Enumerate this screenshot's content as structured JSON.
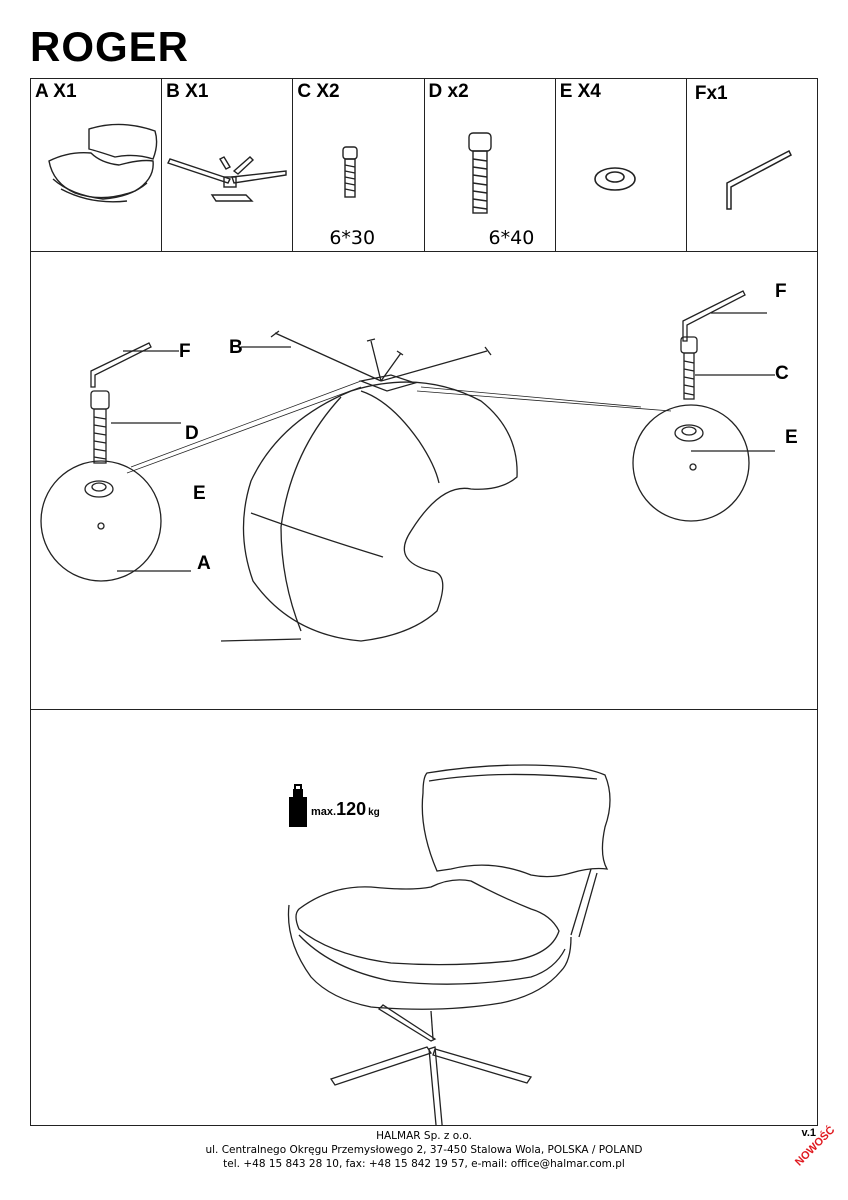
{
  "product": {
    "name": "ROGER"
  },
  "parts": [
    {
      "label": "A X1",
      "size": "",
      "icon": "chair-seat-icon"
    },
    {
      "label": "B X1",
      "size": "",
      "icon": "star-base-icon"
    },
    {
      "label": "C X2",
      "size": "6*30",
      "icon": "bolt-short-icon"
    },
    {
      "label": "D x2",
      "size": "6*40",
      "icon": "bolt-long-icon"
    },
    {
      "label": "E X4",
      "size": "",
      "icon": "washer-icon"
    },
    {
      "label": "Fx1",
      "size": "",
      "icon": "hex-key-icon"
    }
  ],
  "assembly": {
    "callouts": {
      "a": "A",
      "b": "B",
      "c": "C",
      "d": "D",
      "e": "E",
      "f": "F"
    }
  },
  "final": {
    "max_prefix": "max.",
    "max_value": "120",
    "max_unit": "kg"
  },
  "footer": {
    "company": "HALMAR Sp. z o.o.",
    "address": "ul. Centralnego Okręgu Przemysłowego 2, 37-450 Stalowa Wola, POLSKA / POLAND",
    "contact": "tel. +48 15 843 28 10, fax: +48 15 842 19 57, e-mail: office@halmar.com.pl",
    "version": "v.1",
    "badge": "NOWOŚĆ"
  },
  "colors": {
    "line": "#222222",
    "badge": "#e0191f",
    "background": "#ffffff"
  }
}
